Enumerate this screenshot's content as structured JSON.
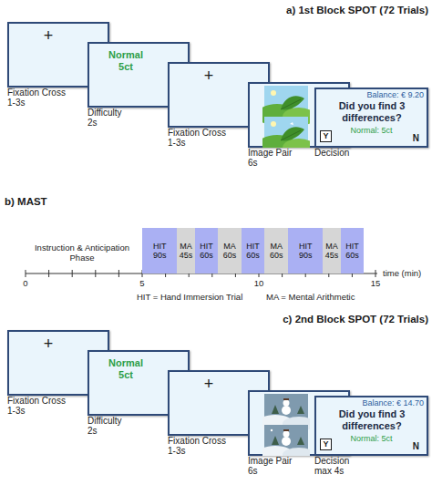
{
  "diagram": {
    "nodes": [
      {
        "text": [
          "+",
          "Fixation Cross 1-3s"
        ]
      },
      {
        "text": [
          "Normal 5ct",
          "Difficulty 2s"
        ]
      },
      {
        "text": [
          "+",
          "Fixation Cross 1-3s"
        ]
      },
      {
        "text": [
          "Image Pair 6s"
        ]
      },
      {
        "text": [
          "Balance: € 9.20",
          "Did you find 3 differences?",
          "Normal: 5ct",
          "N",
          "Decision"
        ]
      },
      {
        "text": [
          "Y"
        ],
        "in": 4
      },
      {
        "text": [
          "HIT 90s"
        ]
      },
      {
        "text": [
          "MA 45s"
        ]
      },
      {
        "text": [
          "HIT 60s"
        ]
      },
      {
        "text": [
          "MA 60s"
        ]
      },
      {
        "text": [
          "HIT 60s"
        ]
      },
      {
        "text": [
          "MA 60s"
        ]
      },
      {
        "text": [
          "HIT 90s"
        ]
      },
      {
        "text": [
          "MA 45s"
        ]
      },
      {
        "text": [
          "HIT 60s"
        ]
      },
      {
        "text": [
          "+",
          "Fixation Cross 1-3s"
        ]
      },
      {
        "text": [
          "Normal 5ct",
          "Difficulty 2s"
        ]
      },
      {
        "text": [
          "+",
          "Fixation Cross 1-3s"
        ]
      },
      {
        "text": [
          "Image Pair 6s"
        ]
      },
      {
        "text": [
          "Balance: € 14.70",
          "Did you find 3 differences?",
          "Normal: 5ct",
          "N",
          "Decision max 4s"
        ]
      },
      {
        "text": [
          "Y"
        ],
        "in": 19
      }
    ],
    "labels": [
      "a) 1st Block SPOT (72 Trials)",
      "b) MAST",
      "Instruction & Anticipation Phase",
      "0",
      "5",
      "10",
      "15",
      "time (min)",
      "HIT = Hand Immersion Trial",
      "MA = Mental Arithmetic",
      "c) 2nd Block SPOT (72 Trials)"
    ]
  }
}
